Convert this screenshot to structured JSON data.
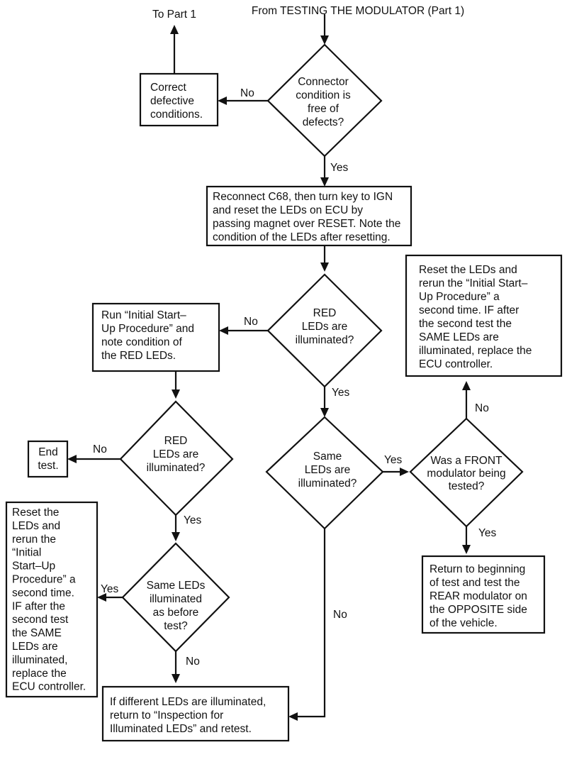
{
  "header": {
    "to_part1": "To Part 1",
    "from_text": "From TESTING THE MODULATOR (Part 1)"
  },
  "nodes": {
    "d_connector": [
      "Connector",
      "condition is",
      "free of",
      "defects?"
    ],
    "p_correct": [
      "Correct",
      "defective",
      "conditions."
    ],
    "p_reconnect": [
      "Reconnect C68, then turn key to IGN",
      "and reset the LEDs on ECU by",
      "passing magnet over RESET. Note the",
      "condition of the LEDs after resetting."
    ],
    "d_red1": [
      "RED",
      "LEDs are",
      "illuminated?"
    ],
    "p_runinitial": [
      "Run “Initial Start–",
      "Up Procedure” and",
      "note condition of",
      "the RED LEDs."
    ],
    "d_red2": [
      "RED",
      "LEDs are",
      "illuminated?"
    ],
    "p_endtest": [
      "End",
      "test."
    ],
    "p_reset_left": [
      "Reset the",
      "LEDs and",
      "rerun the",
      "“Initial",
      "Start–Up",
      "Procedure” a",
      "second time.",
      "IF after the",
      "second test",
      "the SAME",
      "LEDs are",
      "illuminated,",
      "replace the",
      "ECU controller."
    ],
    "d_same_before": [
      "Same LEDs",
      "illuminated",
      "as before",
      "test?"
    ],
    "p_different": [
      "If different LEDs are illuminated,",
      "return to “Inspection for",
      "Illuminated LEDs” and retest."
    ],
    "d_same_mid": [
      "Same",
      "LEDs are",
      "illuminated?"
    ],
    "d_front": [
      "Was a FRONT",
      "modulator being",
      "tested?"
    ],
    "p_reset_right": [
      "Reset the LEDs and",
      "rerun the “Initial Start–",
      "Up Procedure” a",
      "second time. IF after",
      "the second test the",
      "SAME LEDs are",
      "illuminated, replace the",
      "ECU controller."
    ],
    "p_return": [
      "Return to beginning",
      "of test and test the",
      "REAR modulator on",
      "the OPPOSITE side",
      "of the vehicle."
    ]
  },
  "edge_labels": {
    "connector_no": "No",
    "connector_yes": "Yes",
    "red1_no": "No",
    "red1_yes": "Yes",
    "red2_no": "No",
    "red2_yes": "Yes",
    "same_before_yes": "Yes",
    "same_before_no": "No",
    "same_mid_yes": "Yes",
    "same_mid_no": "No",
    "front_no": "No",
    "front_yes": "Yes"
  }
}
